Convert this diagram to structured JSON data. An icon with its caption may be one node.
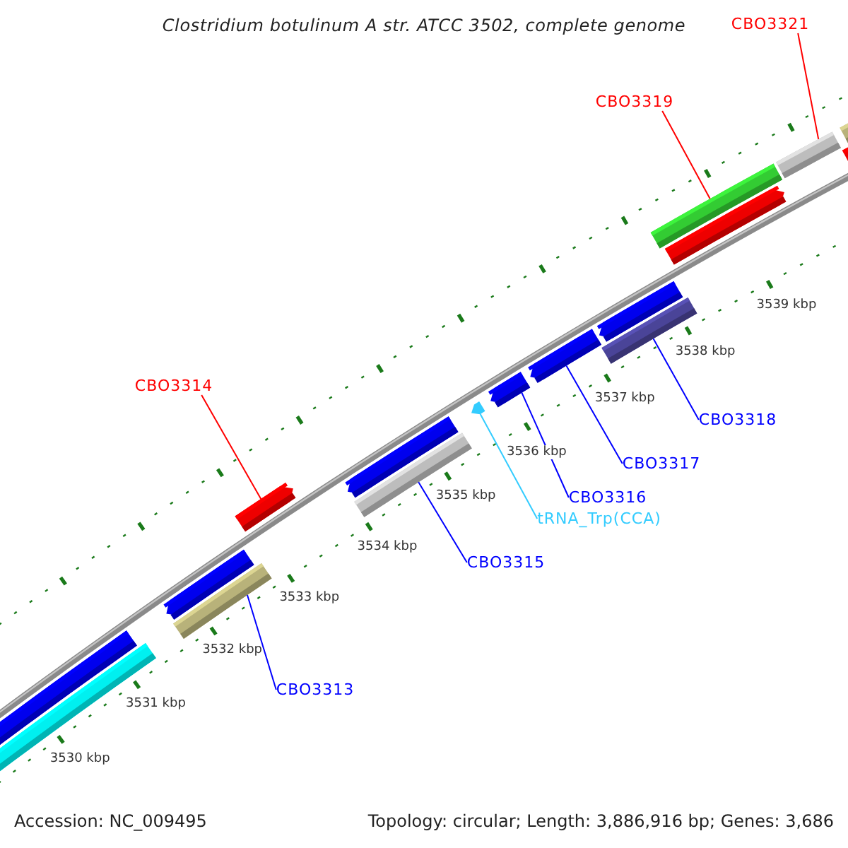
{
  "diagram": {
    "title": "Clostridium botulinum A str. ATCC 3502, complete genome",
    "nodes": [
      {
        "text": [
          "CBO3321"
        ]
      },
      {
        "text": [
          "CBO3319"
        ]
      },
      {
        "text": [
          "CBO3314"
        ]
      },
      {
        "text": [
          "CBO3318"
        ]
      },
      {
        "text": [
          "CBO3317"
        ]
      },
      {
        "text": [
          "CBO3316"
        ]
      },
      {
        "text": [
          "tRNA_Trp(CCA)"
        ]
      },
      {
        "text": [
          "CBO3315"
        ]
      },
      {
        "text": [
          "CBO3313"
        ]
      },
      {
        "text": [],
        "shape": "bar"
      },
      {
        "text": [],
        "shape": "bar"
      },
      {
        "text": [],
        "shape": "arrow"
      },
      {
        "text": [],
        "shape": "bar"
      },
      {
        "text": [],
        "shape": "arrow"
      },
      {
        "text": [],
        "shape": "arrow"
      },
      {
        "text": [],
        "shape": "triangle"
      },
      {
        "text": [],
        "shape": "bar"
      },
      {
        "text": [],
        "shape": "bar"
      },
      {
        "text": [],
        "shape": "bar"
      },
      {
        "text": [],
        "shape": "bar"
      },
      {
        "text": [],
        "shape": "arrow"
      },
      {
        "text": [],
        "shape": "arrow"
      },
      {
        "text": [],
        "shape": "arrow"
      },
      {
        "text": [],
        "shape": "arrow"
      },
      {
        "text": [],
        "shape": "arrow"
      },
      {
        "text": [],
        "shape": "bar"
      }
    ],
    "edges": [
      {
        "from": 0,
        "to": 9,
        "arrow": "none",
        "color": "#ff0000"
      },
      {
        "from": 1,
        "to": 10,
        "arrow": "none",
        "color": "#ff0000"
      },
      {
        "from": 2,
        "to": 11,
        "arrow": "none",
        "color": "#ff0000"
      },
      {
        "from": 3,
        "to": 12,
        "arrow": "none"
      },
      {
        "from": 4,
        "to": 13,
        "arrow": "none"
      },
      {
        "from": 5,
        "to": 14,
        "arrow": "none"
      },
      {
        "from": 6,
        "to": 15,
        "arrow": "none",
        "color": "#33ccff"
      },
      {
        "from": 7,
        "to": 16,
        "arrow": "none"
      },
      {
        "from": 8,
        "to": 17,
        "arrow": "none"
      }
    ],
    "labels": [
      "3539 kbp",
      "3538 kbp",
      "3537 kbp",
      "3536 kbp",
      "3535 kbp",
      "3534 kbp",
      "3533 kbp",
      "3532 kbp",
      "3531 kbp",
      "3530 kbp",
      "Accession: NC_009495",
      "Topology: circular; Length: 3,886,916 bp; Genes: 3,686"
    ]
  }
}
